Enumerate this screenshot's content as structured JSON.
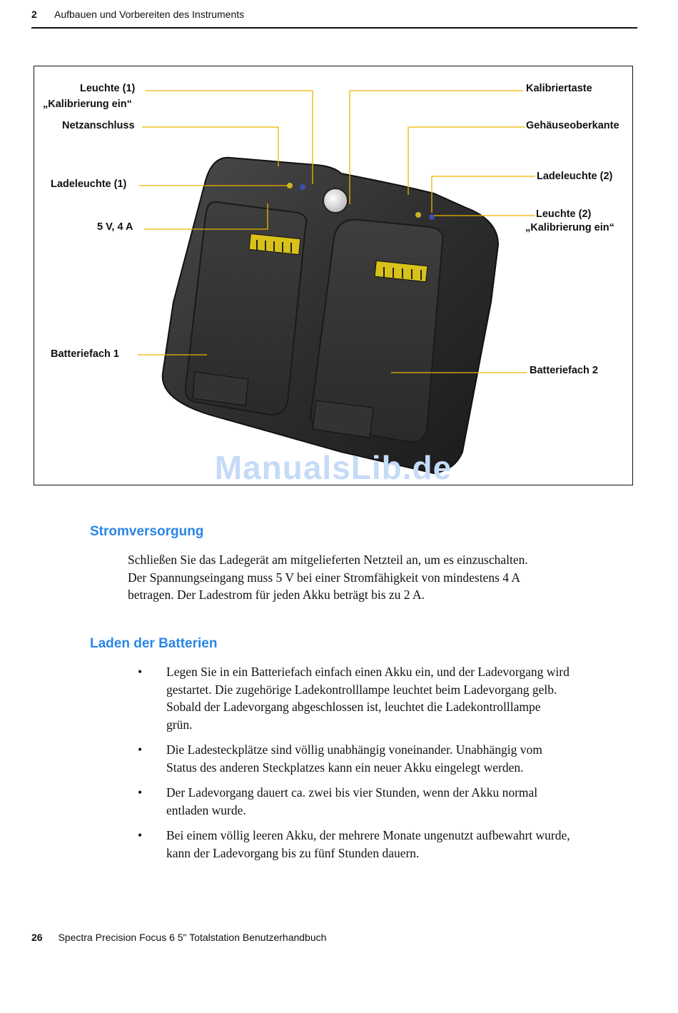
{
  "header": {
    "chapter": "2",
    "title": "Aufbauen und Vorbereiten des Instruments"
  },
  "figure": {
    "labels": {
      "leuchte1_a": "Leuchte (1)",
      "leuchte1_b": "„Kalibrierung ein“",
      "netzanschluss": "Netzanschluss",
      "ladeleuchte1": "Ladeleuchte (1)",
      "power_spec": "5 V, 4 A",
      "batteriefach1": "Batteriefach 1",
      "kalibriertaste": "Kalibriertaste",
      "gehaeuse": "Gehäuseoberkante",
      "ladeleuchte2": "Ladeleuchte (2)",
      "leuchte2_a": "Leuchte (2)",
      "leuchte2_b": "„Kalibrierung ein“",
      "batteriefach2": "Batteriefach 2"
    },
    "watermark": "ManualsLib.de",
    "colors": {
      "leader_line": "#f0b400",
      "body_dark": "#2b2b2b",
      "contact_yellow": "#d8c21a"
    }
  },
  "section1": {
    "heading": "Stromversorgung",
    "lines": [
      "Schließen Sie das Ladegerät am mitgelieferten Netzteil an, um es einzuschalten.",
      "Der Spannungseingang muss 5 V bei einer Stromfähigkeit von mindestens 4 A",
      "betragen. Der Ladestrom für jeden Akku beträgt bis zu 2 A."
    ]
  },
  "section2": {
    "heading": "Laden der Batterien",
    "bullet_symbol": "•",
    "bullets": [
      [
        "Legen Sie in ein Batteriefach einfach einen Akku ein, und der Ladevorgang wird",
        "gestartet. Die zugehörige Ladekontrolllampe leuchtet beim Ladevorgang gelb.",
        "Sobald der Ladevorgang abgeschlossen ist, leuchtet die Ladekontrolllampe",
        "grün."
      ],
      [
        "Die Ladesteckplätze sind völlig unabhängig voneinander. Unabhängig vom",
        "Status des anderen Steckplatzes kann ein neuer Akku eingelegt werden."
      ],
      [
        "Der Ladevorgang dauert ca. zwei bis vier Stunden, wenn der Akku normal",
        "entladen wurde."
      ],
      [
        "Bei einem völlig leeren Akku, der mehrere Monate ungenutzt aufbewahrt wurde,",
        "kann der Ladevorgang bis zu fünf Stunden dauern."
      ]
    ]
  },
  "footer": {
    "page": "26",
    "title": "Spectra Precision Focus 6 5\" Totalstation Benutzerhandbuch"
  }
}
